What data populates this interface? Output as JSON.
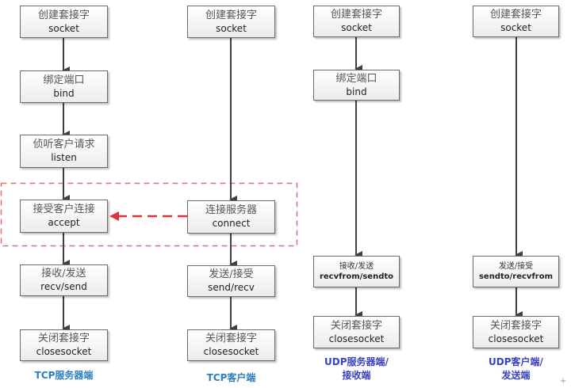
{
  "colors": {
    "arrow": "#404040",
    "dashed_accent": "#e0303a",
    "tcp_label": "#2b7fc1",
    "udp_label": "#3b3fc2"
  },
  "columns": {
    "tcp_server": {
      "steps": [
        {
          "cn": "创建套接字",
          "en": "socket"
        },
        {
          "cn": "绑定端口",
          "en": "bind"
        },
        {
          "cn": "侦听客户请求",
          "en": "listen"
        },
        {
          "cn": "接受客户连接",
          "en": "accept"
        },
        {
          "cn": "接收/发送",
          "en": "recv/send"
        },
        {
          "cn": "关闭套接字",
          "en": "closesocket"
        }
      ],
      "label_line1": "TCP服务器端",
      "label_line2": ""
    },
    "tcp_client": {
      "steps": [
        {
          "cn": "创建套接字",
          "en": "socket"
        },
        {
          "cn": "连接服务器",
          "en": "connect"
        },
        {
          "cn": "发送/接受",
          "en": "send/recv"
        },
        {
          "cn": "关闭套接字",
          "en": "closesocket"
        }
      ],
      "label_line1": "TCP客户端",
      "label_line2": ""
    },
    "udp_server": {
      "steps": [
        {
          "cn": "创建套接字",
          "en": "socket"
        },
        {
          "cn": "绑定端口",
          "en": "bind"
        },
        {
          "cn": "接收/发送",
          "en": "recvfrom/sendto"
        },
        {
          "cn": "关闭套接字",
          "en": "closesocket"
        }
      ],
      "label_line1": "UDP服务器端/",
      "label_line2": "接收端"
    },
    "udp_client": {
      "steps": [
        {
          "cn": "创建套接字",
          "en": "socket"
        },
        {
          "cn": "发送/接受",
          "en": "sendto/recvfrom"
        },
        {
          "cn": "关闭套接字",
          "en": "closesocket"
        }
      ],
      "label_line1": "UDP客户端/",
      "label_line2": "发送端"
    }
  },
  "connection": {
    "from": "connect",
    "to": "accept",
    "style": "dashed"
  },
  "corner_mark": "+"
}
